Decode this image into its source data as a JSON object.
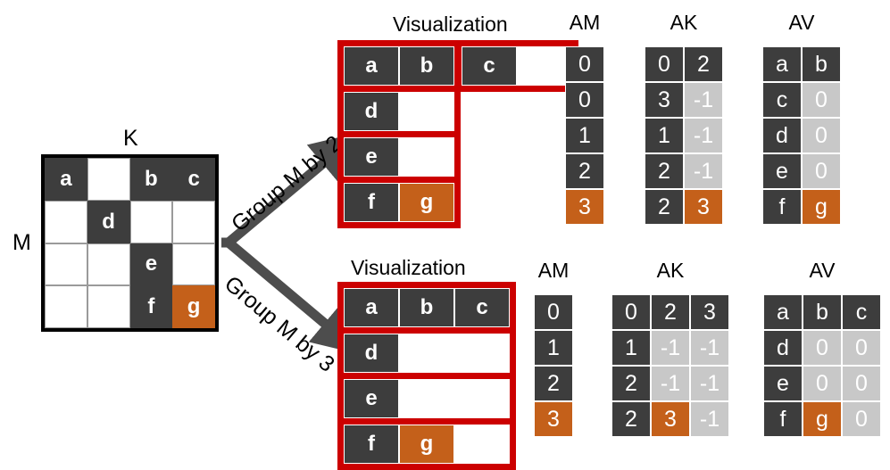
{
  "matrix": {
    "row_label": "M",
    "col_label": "K",
    "rows": [
      [
        {
          "t": "a",
          "s": "dark"
        },
        {
          "t": "",
          "s": "empty"
        },
        {
          "t": "b",
          "s": "dark"
        },
        {
          "t": "c",
          "s": "dark"
        }
      ],
      [
        {
          "t": "",
          "s": "empty"
        },
        {
          "t": "d",
          "s": "dark"
        },
        {
          "t": "",
          "s": "empty"
        },
        {
          "t": "",
          "s": "empty"
        }
      ],
      [
        {
          "t": "",
          "s": "empty"
        },
        {
          "t": "",
          "s": "empty"
        },
        {
          "t": "e",
          "s": "dark"
        },
        {
          "t": "",
          "s": "empty"
        }
      ],
      [
        {
          "t": "",
          "s": "empty"
        },
        {
          "t": "",
          "s": "empty"
        },
        {
          "t": "f",
          "s": "dark"
        },
        {
          "t": "g",
          "s": "orange"
        }
      ]
    ]
  },
  "arrows": [
    {
      "label": "Group M by 2"
    },
    {
      "label": "Group M by 3"
    }
  ],
  "top": {
    "vis_title": "Visualization",
    "groups": [
      {
        "cells": [
          {
            "t": "a",
            "s": "dark"
          },
          {
            "t": "b",
            "s": "dark"
          }
        ]
      },
      {
        "cells": [
          {
            "t": "c",
            "s": "dark"
          },
          {
            "t": "",
            "s": "empty"
          }
        ]
      },
      {
        "cells": [
          {
            "t": "d",
            "s": "dark"
          },
          {
            "t": "",
            "s": "empty"
          }
        ]
      },
      {
        "cells": [
          {
            "t": "e",
            "s": "dark"
          },
          {
            "t": "",
            "s": "empty"
          }
        ]
      },
      {
        "cells": [
          {
            "t": "f",
            "s": "dark"
          },
          {
            "t": "g",
            "s": "orange"
          }
        ]
      }
    ],
    "tables": [
      {
        "name": "AM",
        "rows": [
          [
            {
              "t": "0",
              "s": "dark"
            }
          ],
          [
            {
              "t": "0",
              "s": "dark"
            }
          ],
          [
            {
              "t": "1",
              "s": "dark"
            }
          ],
          [
            {
              "t": "2",
              "s": "dark"
            }
          ],
          [
            {
              "t": "3",
              "s": "orange"
            }
          ]
        ]
      },
      {
        "name": "AK",
        "rows": [
          [
            {
              "t": "0",
              "s": "dark"
            },
            {
              "t": "2",
              "s": "dark"
            }
          ],
          [
            {
              "t": "3",
              "s": "dark"
            },
            {
              "t": "-1",
              "s": "gray"
            }
          ],
          [
            {
              "t": "1",
              "s": "dark"
            },
            {
              "t": "-1",
              "s": "gray"
            }
          ],
          [
            {
              "t": "2",
              "s": "dark"
            },
            {
              "t": "-1",
              "s": "gray"
            }
          ],
          [
            {
              "t": "2",
              "s": "dark"
            },
            {
              "t": "3",
              "s": "orange"
            }
          ]
        ]
      },
      {
        "name": "AV",
        "rows": [
          [
            {
              "t": "a",
              "s": "dark"
            },
            {
              "t": "b",
              "s": "dark"
            }
          ],
          [
            {
              "t": "c",
              "s": "dark"
            },
            {
              "t": "0",
              "s": "gray"
            }
          ],
          [
            {
              "t": "d",
              "s": "dark"
            },
            {
              "t": "0",
              "s": "gray"
            }
          ],
          [
            {
              "t": "e",
              "s": "dark"
            },
            {
              "t": "0",
              "s": "gray"
            }
          ],
          [
            {
              "t": "f",
              "s": "dark"
            },
            {
              "t": "g",
              "s": "orange"
            }
          ]
        ]
      }
    ]
  },
  "bottom": {
    "vis_title": "Visualization",
    "groups": [
      {
        "cells": [
          {
            "t": "a",
            "s": "dark"
          },
          {
            "t": "b",
            "s": "dark"
          },
          {
            "t": "c",
            "s": "dark"
          }
        ]
      },
      {
        "cells": [
          {
            "t": "d",
            "s": "dark"
          },
          {
            "t": "",
            "s": "empty"
          },
          {
            "t": "",
            "s": "empty"
          }
        ]
      },
      {
        "cells": [
          {
            "t": "e",
            "s": "dark"
          },
          {
            "t": "",
            "s": "empty"
          },
          {
            "t": "",
            "s": "empty"
          }
        ]
      },
      {
        "cells": [
          {
            "t": "f",
            "s": "dark"
          },
          {
            "t": "g",
            "s": "orange"
          },
          {
            "t": "",
            "s": "empty"
          }
        ]
      }
    ],
    "tables": [
      {
        "name": "AM",
        "rows": [
          [
            {
              "t": "0",
              "s": "dark"
            }
          ],
          [
            {
              "t": "1",
              "s": "dark"
            }
          ],
          [
            {
              "t": "2",
              "s": "dark"
            }
          ],
          [
            {
              "t": "3",
              "s": "orange"
            }
          ]
        ]
      },
      {
        "name": "AK",
        "rows": [
          [
            {
              "t": "0",
              "s": "dark"
            },
            {
              "t": "2",
              "s": "dark"
            },
            {
              "t": "3",
              "s": "dark"
            }
          ],
          [
            {
              "t": "1",
              "s": "dark"
            },
            {
              "t": "-1",
              "s": "gray"
            },
            {
              "t": "-1",
              "s": "gray"
            }
          ],
          [
            {
              "t": "2",
              "s": "dark"
            },
            {
              "t": "-1",
              "s": "gray"
            },
            {
              "t": "-1",
              "s": "gray"
            }
          ],
          [
            {
              "t": "2",
              "s": "dark"
            },
            {
              "t": "3",
              "s": "orange"
            },
            {
              "t": "-1",
              "s": "gray"
            }
          ]
        ]
      },
      {
        "name": "AV",
        "rows": [
          [
            {
              "t": "a",
              "s": "dark"
            },
            {
              "t": "b",
              "s": "dark"
            },
            {
              "t": "c",
              "s": "dark"
            }
          ],
          [
            {
              "t": "d",
              "s": "dark"
            },
            {
              "t": "0",
              "s": "gray"
            },
            {
              "t": "0",
              "s": "gray"
            }
          ],
          [
            {
              "t": "e",
              "s": "dark"
            },
            {
              "t": "0",
              "s": "gray"
            },
            {
              "t": "0",
              "s": "gray"
            }
          ],
          [
            {
              "t": "f",
              "s": "dark"
            },
            {
              "t": "g",
              "s": "orange"
            },
            {
              "t": "0",
              "s": "gray"
            }
          ]
        ]
      }
    ]
  },
  "colors": {
    "dark": "#3d3d3d",
    "orange": "#c4601a",
    "gray": "#c8c8c8",
    "red": "#cc0000",
    "arrow": "#4d4d4d"
  }
}
